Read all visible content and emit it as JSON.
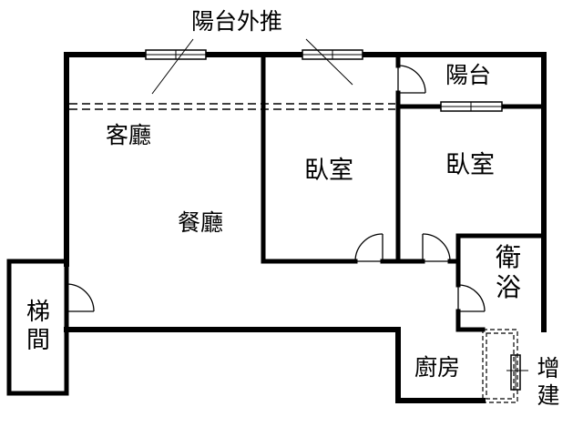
{
  "colors": {
    "wall": "#000000",
    "background": "#ffffff",
    "window_fill": "#ffffff"
  },
  "labels": {
    "balcony_extension": "陽台外推",
    "balcony": "陽台",
    "living_room": "客廳",
    "dining_room": "餐廳",
    "bedroom_1": "臥室",
    "bedroom_2": "臥室",
    "bathroom": "衛浴",
    "kitchen": "廚房",
    "stairs": "梯間",
    "addition": "增建"
  }
}
